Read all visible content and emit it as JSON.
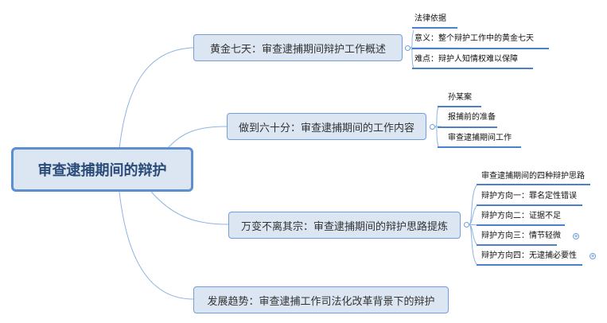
{
  "root": {
    "label": "审查逮捕期间的辩护"
  },
  "branches": [
    {
      "label": "黄金七天：审查逮捕期间辩护工作概述",
      "children": [
        "法律依据",
        "意义：整个辩护工作中的黄金七天",
        "难点：辩护人知情权难以保障"
      ]
    },
    {
      "label": "做到六十分：审查逮捕期间的工作内容",
      "children": [
        "孙某案",
        "报捕前的准备",
        "审查逮捕期间工作"
      ]
    },
    {
      "label": "万变不离其宗：审查逮捕期间的辩护思路提炼",
      "children": [
        "审查逮捕期间的四种辩护思路",
        "辩护方向一：罪名定性错误",
        "辩护方向二：证据不足",
        "辩护方向三：情节轻微",
        "辩护方向四：无逮捕必要性"
      ]
    },
    {
      "label": "发展趋势：审查逮捕工作司法化改革背景下的辩护",
      "children": []
    }
  ],
  "icons": {
    "collapse": "minus-circle-icon",
    "expand": "plus-circle-icon"
  },
  "colors": {
    "node_fill": "#dce6f2",
    "node_border": "#6f9fd8",
    "line": "#4a80cc"
  }
}
